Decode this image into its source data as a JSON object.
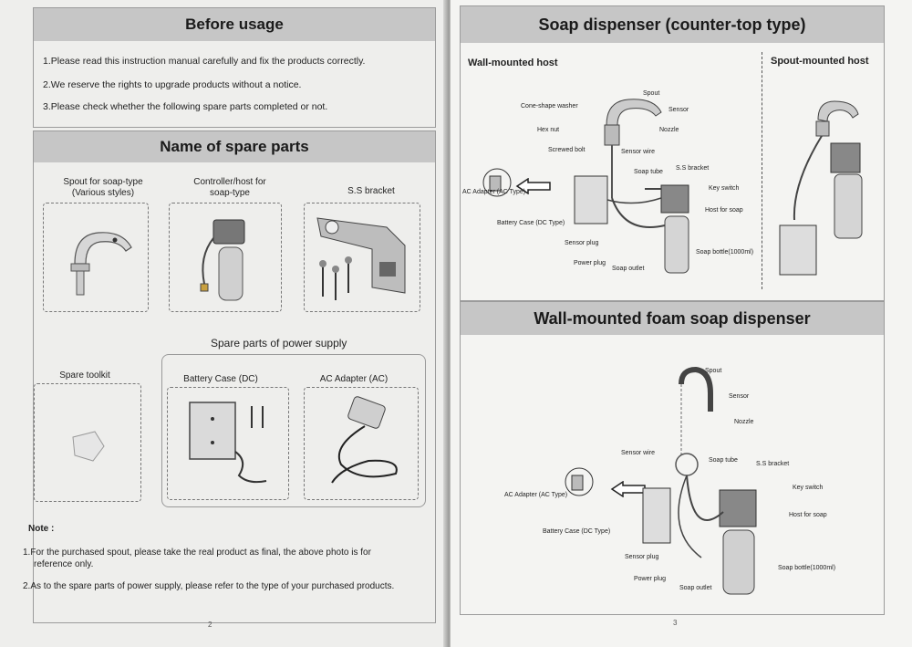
{
  "left_page": {
    "before_usage": {
      "title": "Before usage",
      "items": [
        "1.Please read this instruction manual carefully and fix the products correctly.",
        "2.We reserve the rights to upgrade products without a notice.",
        "3.Please check whether the following spare parts completed or not."
      ]
    },
    "spare_parts": {
      "title": "Name of spare parts",
      "spout_label": [
        "Spout for soap-type",
        "(Various styles)"
      ],
      "controller_label": [
        "Controller/host for",
        "soap-type"
      ],
      "bracket_label": "S.S bracket",
      "power_supply_title": "Spare parts of power supply",
      "toolkit_label": "Spare toolkit",
      "battery_label": "Battery Case (DC)",
      "adapter_label": "AC Adapter (AC)"
    },
    "note": {
      "title": "Note :",
      "line1": "1.For the purchased spout, please take the real product as final, the above photo is for",
      "line1b": "reference only.",
      "line2": "2.As to the spare parts of power supply, please refer to the type of your purchased products."
    },
    "page_number": "2"
  },
  "right_page": {
    "counter_top": {
      "title": "Soap dispenser (counter-top type)",
      "wall_host_title": "Wall-mounted host",
      "spout_host_title": "Spout-mounted host",
      "labels": {
        "spout": "Spout",
        "sensor": "Sensor",
        "nozzle": "Nozzle",
        "cone_washer": "Cone-shape washer",
        "hex_nut": "Hex nut",
        "screwed_bolt": "Screwed bolt",
        "sensor_wire": "Sensor wire",
        "soap_tube": "Soap tube",
        "ss_bracket": "S.S bracket",
        "key_switch": "Key switch",
        "ac_adapter": "AC Adapter (AC Type)",
        "host_for_soap": "Host for soap",
        "battery_case": "Battery Case (DC Type)",
        "sensor_plug": "Sensor plug",
        "soap_bottle": "Soap bottle(1000ml)",
        "power_plug": "Power plug",
        "soap_outlet": "Soap outlet"
      }
    },
    "foam": {
      "title": "Wall-mounted foam soap dispenser",
      "labels": {
        "spout": "Spout",
        "sensor": "Sensor",
        "nozzle": "Nozzle",
        "sensor_wire": "Sensor wire",
        "soap_tube": "Soap tube",
        "ss_bracket": "S.S bracket",
        "ac_adapter": "AC Adapter (AC Type)",
        "key_switch": "Key switch",
        "host_for_soap": "Host for soap",
        "battery_case": "Battery Case (DC Type)",
        "sensor_plug": "Sensor plug",
        "soap_bottle": "Soap bottle(1000ml)",
        "power_plug": "Power plug",
        "soap_outlet": "Soap outlet"
      }
    },
    "page_number": "3"
  }
}
